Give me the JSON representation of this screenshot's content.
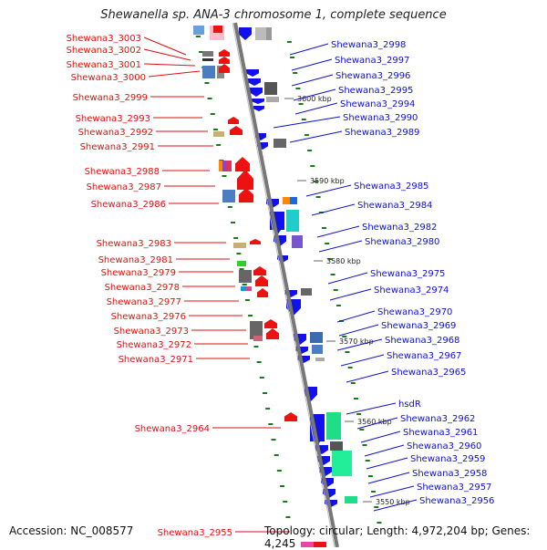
{
  "title": "Shewanella sp. ANA-3 chromosome 1, complete sequence",
  "footer": {
    "accession": "Accession: NC_008577",
    "topology": "Topology: circular; Length: 4,972,204 bp; Genes: 4,245"
  },
  "colors": {
    "left_label": "#dd1111",
    "right_label": "#1111cc",
    "minus_strand": "#ee1111",
    "plus_strand": "#1111ee",
    "backbone": "#888888",
    "tick": "#1a7a1a"
  },
  "kbp_marks": [
    "3600 kbp",
    "3590 kbp",
    "3580 kbp",
    "3570 kbp",
    "3560 kbp",
    "3550 kbp"
  ],
  "left_genes": [
    "Shewana3_3003",
    "Shewana3_3002",
    "Shewana3_3001",
    "Shewana3_3000",
    "Shewana3_2999",
    "Shewana3_2993",
    "Shewana3_2992",
    "Shewana3_2991",
    "Shewana3_2988",
    "Shewana3_2987",
    "Shewana3_2986",
    "Shewana3_2983",
    "Shewana3_2981",
    "Shewana3_2979",
    "Shewana3_2978",
    "Shewana3_2977",
    "Shewana3_2976",
    "Shewana3_2973",
    "Shewana3_2972",
    "Shewana3_2971",
    "Shewana3_2964",
    "Shewana3_2955"
  ],
  "right_genes": [
    "Shewana3_2998",
    "Shewana3_2997",
    "Shewana3_2996",
    "Shewana3_2995",
    "Shewana3_2994",
    "Shewana3_2990",
    "Shewana3_2989",
    "Shewana3_2985",
    "Shewana3_2984",
    "Shewana3_2982",
    "Shewana3_2980",
    "Shewana3_2975",
    "Shewana3_2974",
    "Shewana3_2970",
    "Shewana3_2969",
    "Shewana3_2968",
    "Shewana3_2967",
    "Shewana3_2965",
    "hsdR",
    "Shewana3_2962",
    "Shewana3_2961",
    "Shewana3_2960",
    "Shewana3_2959",
    "Shewana3_2958",
    "Shewana3_2957",
    "Shewana3_2956"
  ]
}
